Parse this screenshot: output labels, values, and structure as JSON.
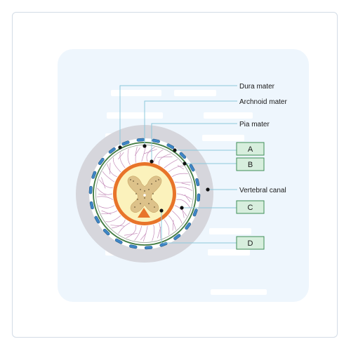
{
  "labels": {
    "dura": "Dura mater",
    "arachnoid": "Archnoid mater",
    "pia": "Pia mater",
    "vertebral": "Vertebral canal"
  },
  "boxes": {
    "a": "A",
    "b": "B",
    "c": "C",
    "d": "D"
  },
  "colors": {
    "panel": "#eef6fd",
    "bone": "#d6d6dc",
    "canal": "#ffffff",
    "membrane": "#3f7a3f",
    "fat": "#3d86c6",
    "vessels": "#c38ab8",
    "pia_ring": "#e8742a",
    "white_matter": "#fbf2bc",
    "grey_matter": "#ddc28a",
    "leader": "#8cc8dc",
    "box_fill": "#d7eedd",
    "box_border": "#3f8f57"
  }
}
